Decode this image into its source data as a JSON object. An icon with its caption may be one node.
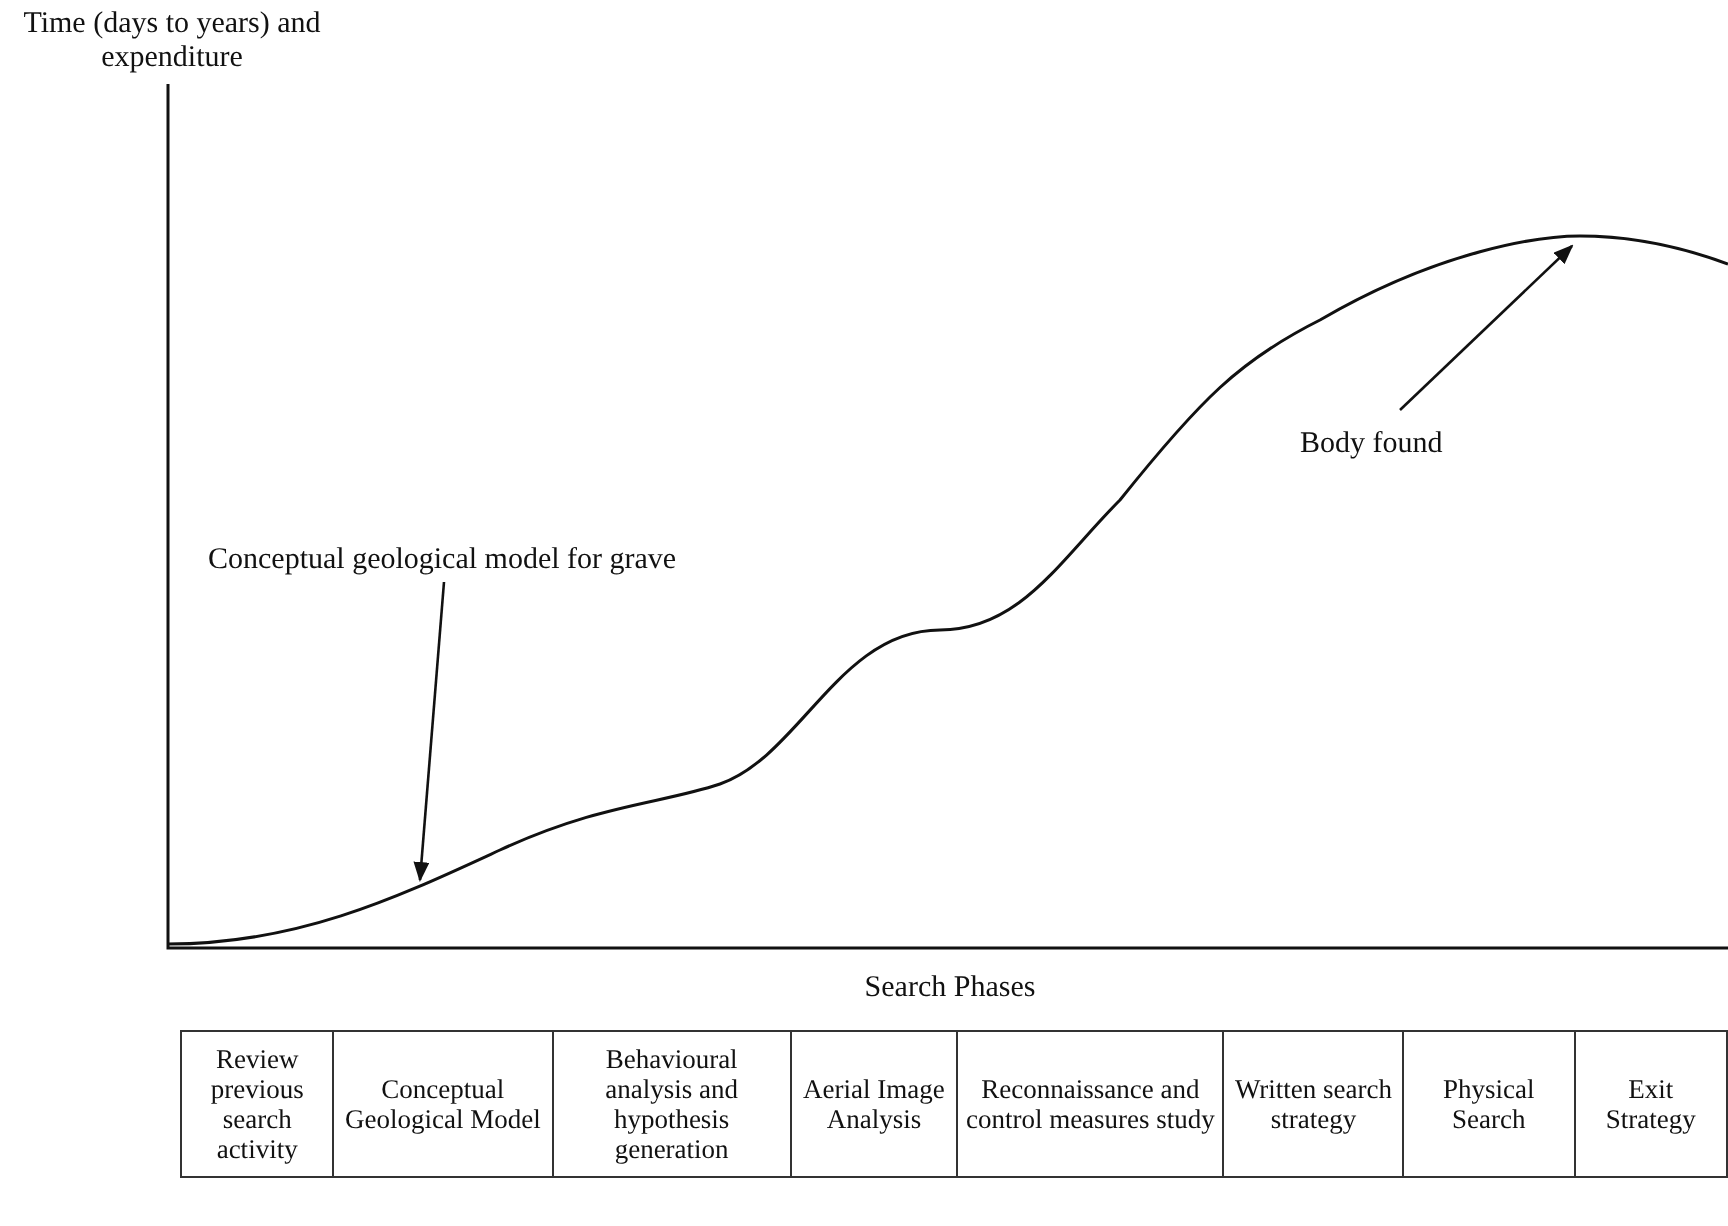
{
  "diagram": {
    "nodes": [
      {
        "text": [
          "Conceptual geological model for grave"
        ]
      },
      {
        "text": [
          "Body found"
        ]
      }
    ],
    "edges": [
      {
        "from": 0,
        "to": null,
        "arrow": "to"
      },
      {
        "from": 1,
        "to": null,
        "arrow": "to"
      }
    ],
    "labels": [
      "Time (days to years) and expenditure",
      "Search Phases",
      "Review previous search activity",
      "Conceptual Geological Model",
      "Behavioural analysis and hypothesis generation",
      "Aerial Image Analysis",
      "Reconnaissance and control measures study",
      "Written search strategy",
      "Physical Search",
      "Exit Strategy"
    ]
  }
}
